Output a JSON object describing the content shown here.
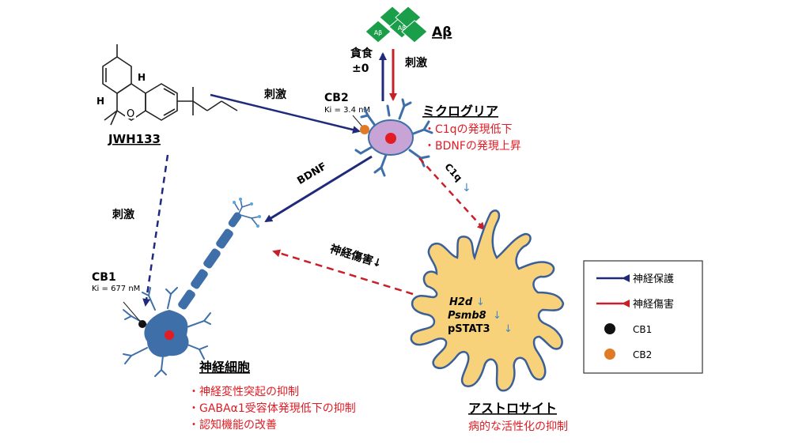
{
  "colors": {
    "protect": "#1f2a7a",
    "damage": "#c8202a",
    "neuron": "#3f6fa9",
    "astro": "#f7d27a",
    "astro_edge": "#3a5f99",
    "micro": "#c7a3d6",
    "cb2": "#e07a24",
    "red_text": "#e31b23",
    "abeta": "#1a9e4a"
  },
  "compound": {
    "name": "JWH133",
    "h_label_1": "H",
    "h_label_2": "H",
    "o_label": "O"
  },
  "abeta": {
    "label": "Aβ",
    "plaque_text": "Aβ"
  },
  "arrows": {
    "phagocytosis_line1": "貪食",
    "phagocytosis_line2": "±0",
    "stim_abeta": "刺激",
    "stim_jwh": "刺激",
    "stim_cb1": "刺激",
    "bdnf": "BDNF",
    "c1q": "C1q",
    "c1q_arrow": "↓",
    "neuro_damage": "神経傷害↓"
  },
  "cb2": {
    "label": "CB2",
    "ki": "Ki = 3.4 nM"
  },
  "cb1": {
    "label": "CB1",
    "ki": "Ki = 677 nM"
  },
  "microglia": {
    "title": "ミクログリア",
    "effects": [
      "・C1qの発現低下",
      "・BDNFの発現上昇"
    ]
  },
  "neuron": {
    "title": "神経細胞",
    "effects": [
      "・神経変性突起の抑制",
      "・GABAα1受容体発現低下の抑制",
      "・認知機能の改善"
    ]
  },
  "astrocyte": {
    "title": "アストロサイト",
    "subtitle": "病的な活性化の抑制",
    "markers": [
      "H2d",
      "Psmb8",
      "pSTAT3"
    ],
    "marker_arrow": "↓"
  },
  "legend": {
    "items": [
      {
        "label": "神経保護",
        "kind": "arrow",
        "color": "#1f2a7a"
      },
      {
        "label": "神経傷害",
        "kind": "arrow",
        "color": "#c8202a"
      },
      {
        "label": "CB1",
        "kind": "dot",
        "color": "#111111"
      },
      {
        "label": "CB2",
        "kind": "dot",
        "color": "#e07a24"
      }
    ]
  }
}
